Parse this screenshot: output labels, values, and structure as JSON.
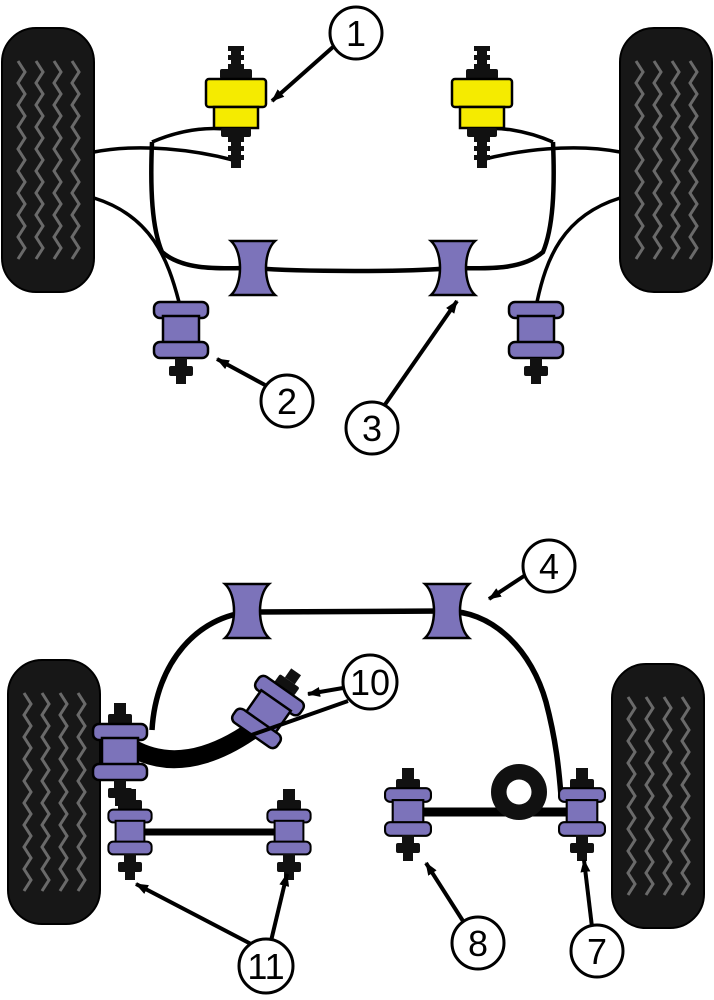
{
  "diagram": {
    "description_visible_text_only": true,
    "callouts": [
      {
        "id": "callout-1",
        "label": "1"
      },
      {
        "id": "callout-2",
        "label": "2"
      },
      {
        "id": "callout-3",
        "label": "3"
      },
      {
        "id": "callout-4",
        "label": "4"
      },
      {
        "id": "callout-10",
        "label": "10"
      },
      {
        "id": "callout-11",
        "label": "11"
      },
      {
        "id": "callout-8",
        "label": "8"
      },
      {
        "id": "callout-7",
        "label": "7"
      }
    ],
    "colors": {
      "bushing_purple": "#7c73ba",
      "mount_yellow": "#f5eb00",
      "outline_black": "#000000",
      "tire_black": "#171717",
      "tread_gray": "#6a6a6a",
      "callout_background": "#ffffff",
      "page_background": "#ffffff"
    }
  }
}
